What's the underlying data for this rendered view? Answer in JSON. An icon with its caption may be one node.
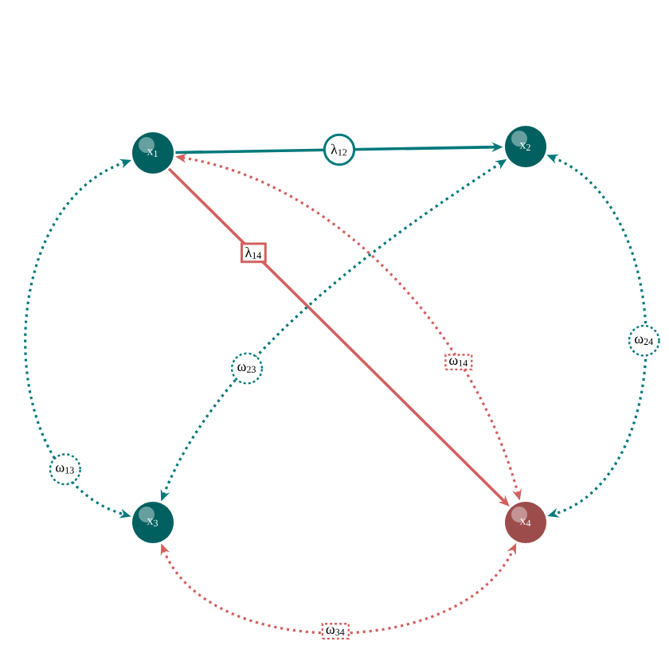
{
  "diagram": {
    "nodes": [
      {
        "text": [
          "x$_{1}$"
        ]
      },
      {
        "text": [
          "x$_{2}$"
        ]
      },
      {
        "text": [
          "x$_{3}$"
        ]
      },
      {
        "text": [
          "x$_{4}$"
        ]
      }
    ],
    "edges": [
      {
        "from": 0,
        "to": 1,
        "arrow": "to",
        "label": "λ$_{12}$"
      },
      {
        "from": 0,
        "to": 3,
        "arrow": "to",
        "label": "λ$_{14}$",
        "color": "#d35f5f"
      },
      {
        "from": 3,
        "to": 0,
        "arrow": "both",
        "label": "ω$_{14}$",
        "style": "dashed",
        "color": "#d35f5f"
      },
      {
        "from": 0,
        "to": 2,
        "arrow": "both",
        "label": "ω$_{13}$",
        "style": "dashed"
      },
      {
        "from": 2,
        "to": 1,
        "arrow": "both",
        "label": "ω$_{23}$",
        "style": "dashed"
      },
      {
        "from": 1,
        "to": 3,
        "arrow": "both",
        "label": "ω$_{24}$",
        "style": "dashed"
      },
      {
        "from": 2,
        "to": 3,
        "arrow": "both",
        "label": "ω$_{34}$",
        "style": "dashed",
        "color": "#d35f5f"
      }
    ]
  }
}
